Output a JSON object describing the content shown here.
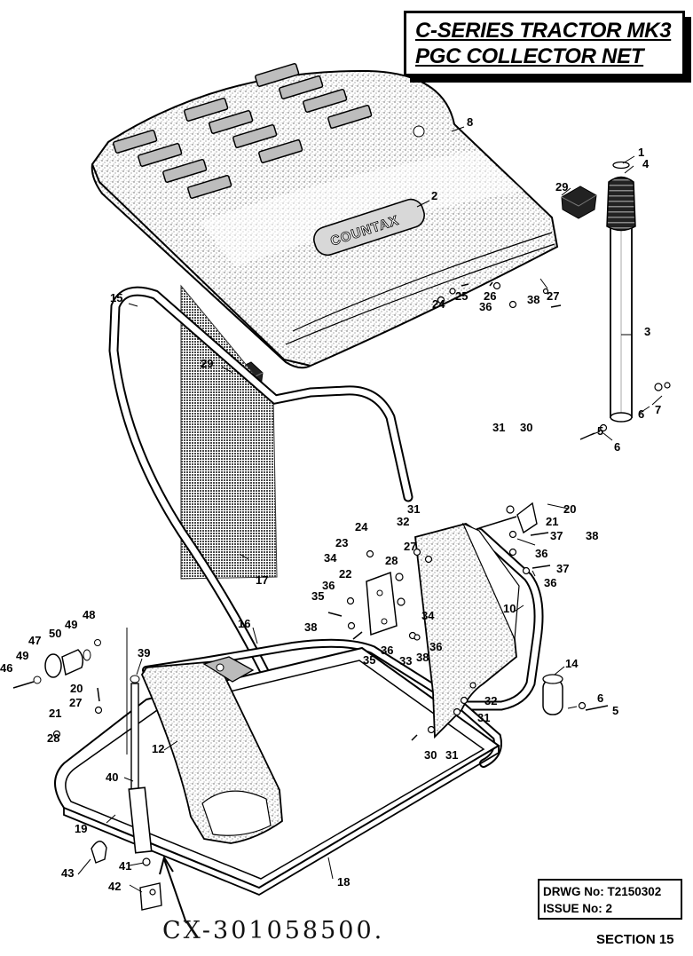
{
  "title": {
    "line1": "C-SERIES TRACTOR MK3",
    "line2": "PGC COLLECTOR NET"
  },
  "drawing_info": {
    "drawing_number": "DRWG No: T2150302",
    "issue_number": "ISSUE No: 2"
  },
  "section": "SECTION 15",
  "handwritten_note": "CX-301058500.",
  "logo_text": "COUNTAX",
  "callouts": {
    "c1": "1",
    "c2": "2",
    "c3": "3",
    "c4": "4",
    "c5": "5",
    "c6": "6",
    "c7": "7",
    "c8": "8",
    "c10": "10",
    "c12": "12",
    "c14": "14",
    "c15": "15",
    "c16": "16",
    "c17": "17",
    "c18": "18",
    "c19": "19",
    "c20": "20",
    "c21": "21",
    "c22": "22",
    "c23": "23",
    "c24": "24",
    "c25": "25",
    "c26": "26",
    "c27": "27",
    "c28": "28",
    "c29": "29",
    "c30": "30",
    "c31": "31",
    "c32": "32",
    "c33": "33",
    "c34": "34",
    "c35": "35",
    "c36": "36",
    "c37": "37",
    "c38": "38",
    "c39": "39",
    "c40": "40",
    "c41": "41",
    "c42": "42",
    "c43": "43",
    "c46": "46",
    "c47": "47",
    "c48": "48",
    "c49": "49",
    "c50": "50"
  },
  "colors": {
    "ink": "#000000",
    "stipple": "#9a9a9a",
    "mesh": "#5a5a5a",
    "paper": "#ffffff"
  }
}
